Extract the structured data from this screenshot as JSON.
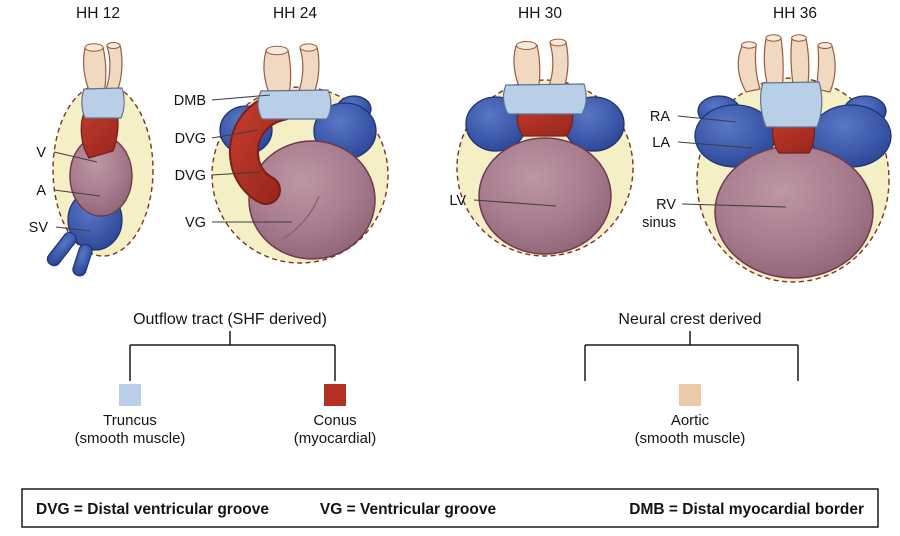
{
  "stages": [
    {
      "title": "HH 12",
      "labels": [
        "V",
        "A",
        "SV"
      ]
    },
    {
      "title": "HH 24",
      "labels": [
        "DMB",
        "DVG",
        "DVG",
        "VG"
      ]
    },
    {
      "title": "HH 30",
      "labels": [
        "LV"
      ]
    },
    {
      "title": "HH 36",
      "labels": [
        "RA",
        "LA",
        "RV",
        "sinus"
      ]
    }
  ],
  "legends": [
    {
      "title": "Outflow tract (SHF derived)",
      "items": [
        {
          "name": "Truncus",
          "sub": "(smooth muscle)",
          "color": "#b9cfe8"
        },
        {
          "name": "Conus",
          "sub": "(myocardial)",
          "color": "#b23123"
        }
      ]
    },
    {
      "title": "Neural crest derived",
      "items": [
        {
          "name": "Aortic",
          "sub": "(smooth muscle)",
          "color": "#ecc9a8"
        }
      ]
    }
  ],
  "abbreviations": [
    "DVG = Distal ventricular groove",
    "VG = Ventricular groove",
    "DMB = Distal myocardial border"
  ],
  "colors": {
    "truncus": "#b9cfe8",
    "conus": "#b23123",
    "aortic_smooth_muscle": "#ecc9a8",
    "ventricle": "#a77b8d",
    "atrium": "#3a57a8",
    "pericardium": "#f5efc6"
  }
}
